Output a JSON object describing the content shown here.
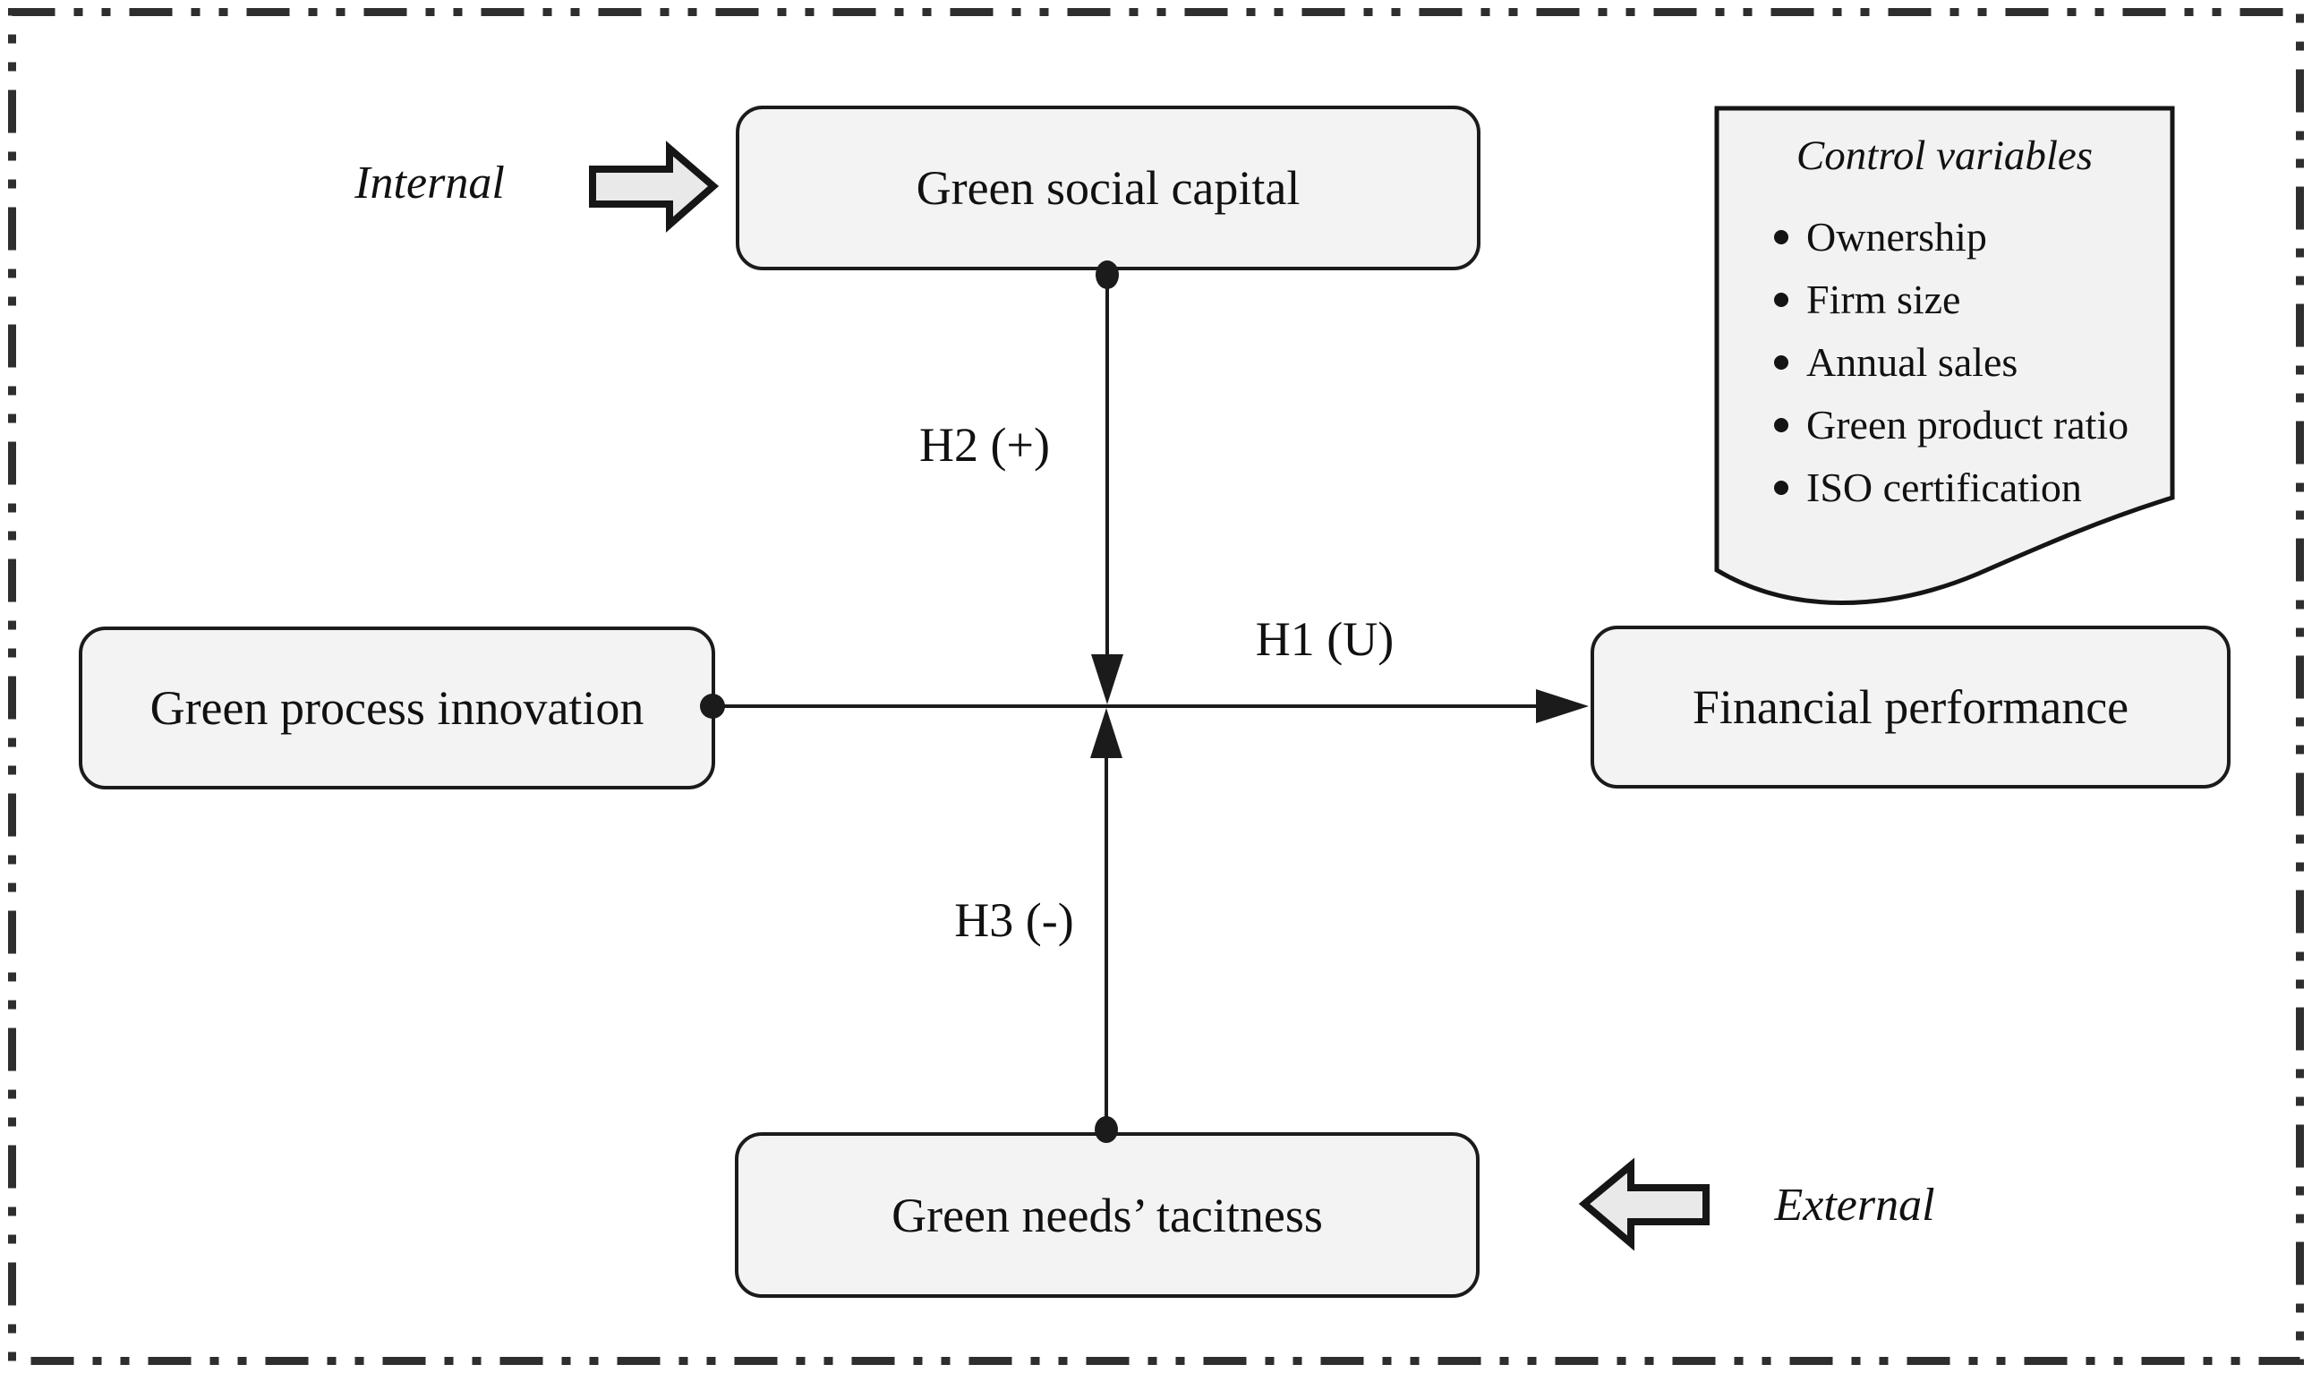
{
  "figure": {
    "boxes": {
      "top": "Green social capital",
      "left": "Green process innovation",
      "right": "Financial performance",
      "bottom": "Green needs’ tacitness"
    },
    "labels": {
      "h1": "H1 (U)",
      "h2": "H2 (+)",
      "h3": "H3 (-)",
      "internal": "Internal",
      "external": "External"
    },
    "control_variables": {
      "title": "Control variables",
      "items": [
        "Ownership",
        "Firm size",
        "Annual sales",
        "Green product ratio",
        "ISO certification"
      ]
    },
    "colors": {
      "box_fill": "#f3f3f3",
      "line_stroke": "#1b1b1b",
      "outer_border": "#2e2e2e",
      "block_arrow_fill": "#e9e9e9"
    }
  }
}
